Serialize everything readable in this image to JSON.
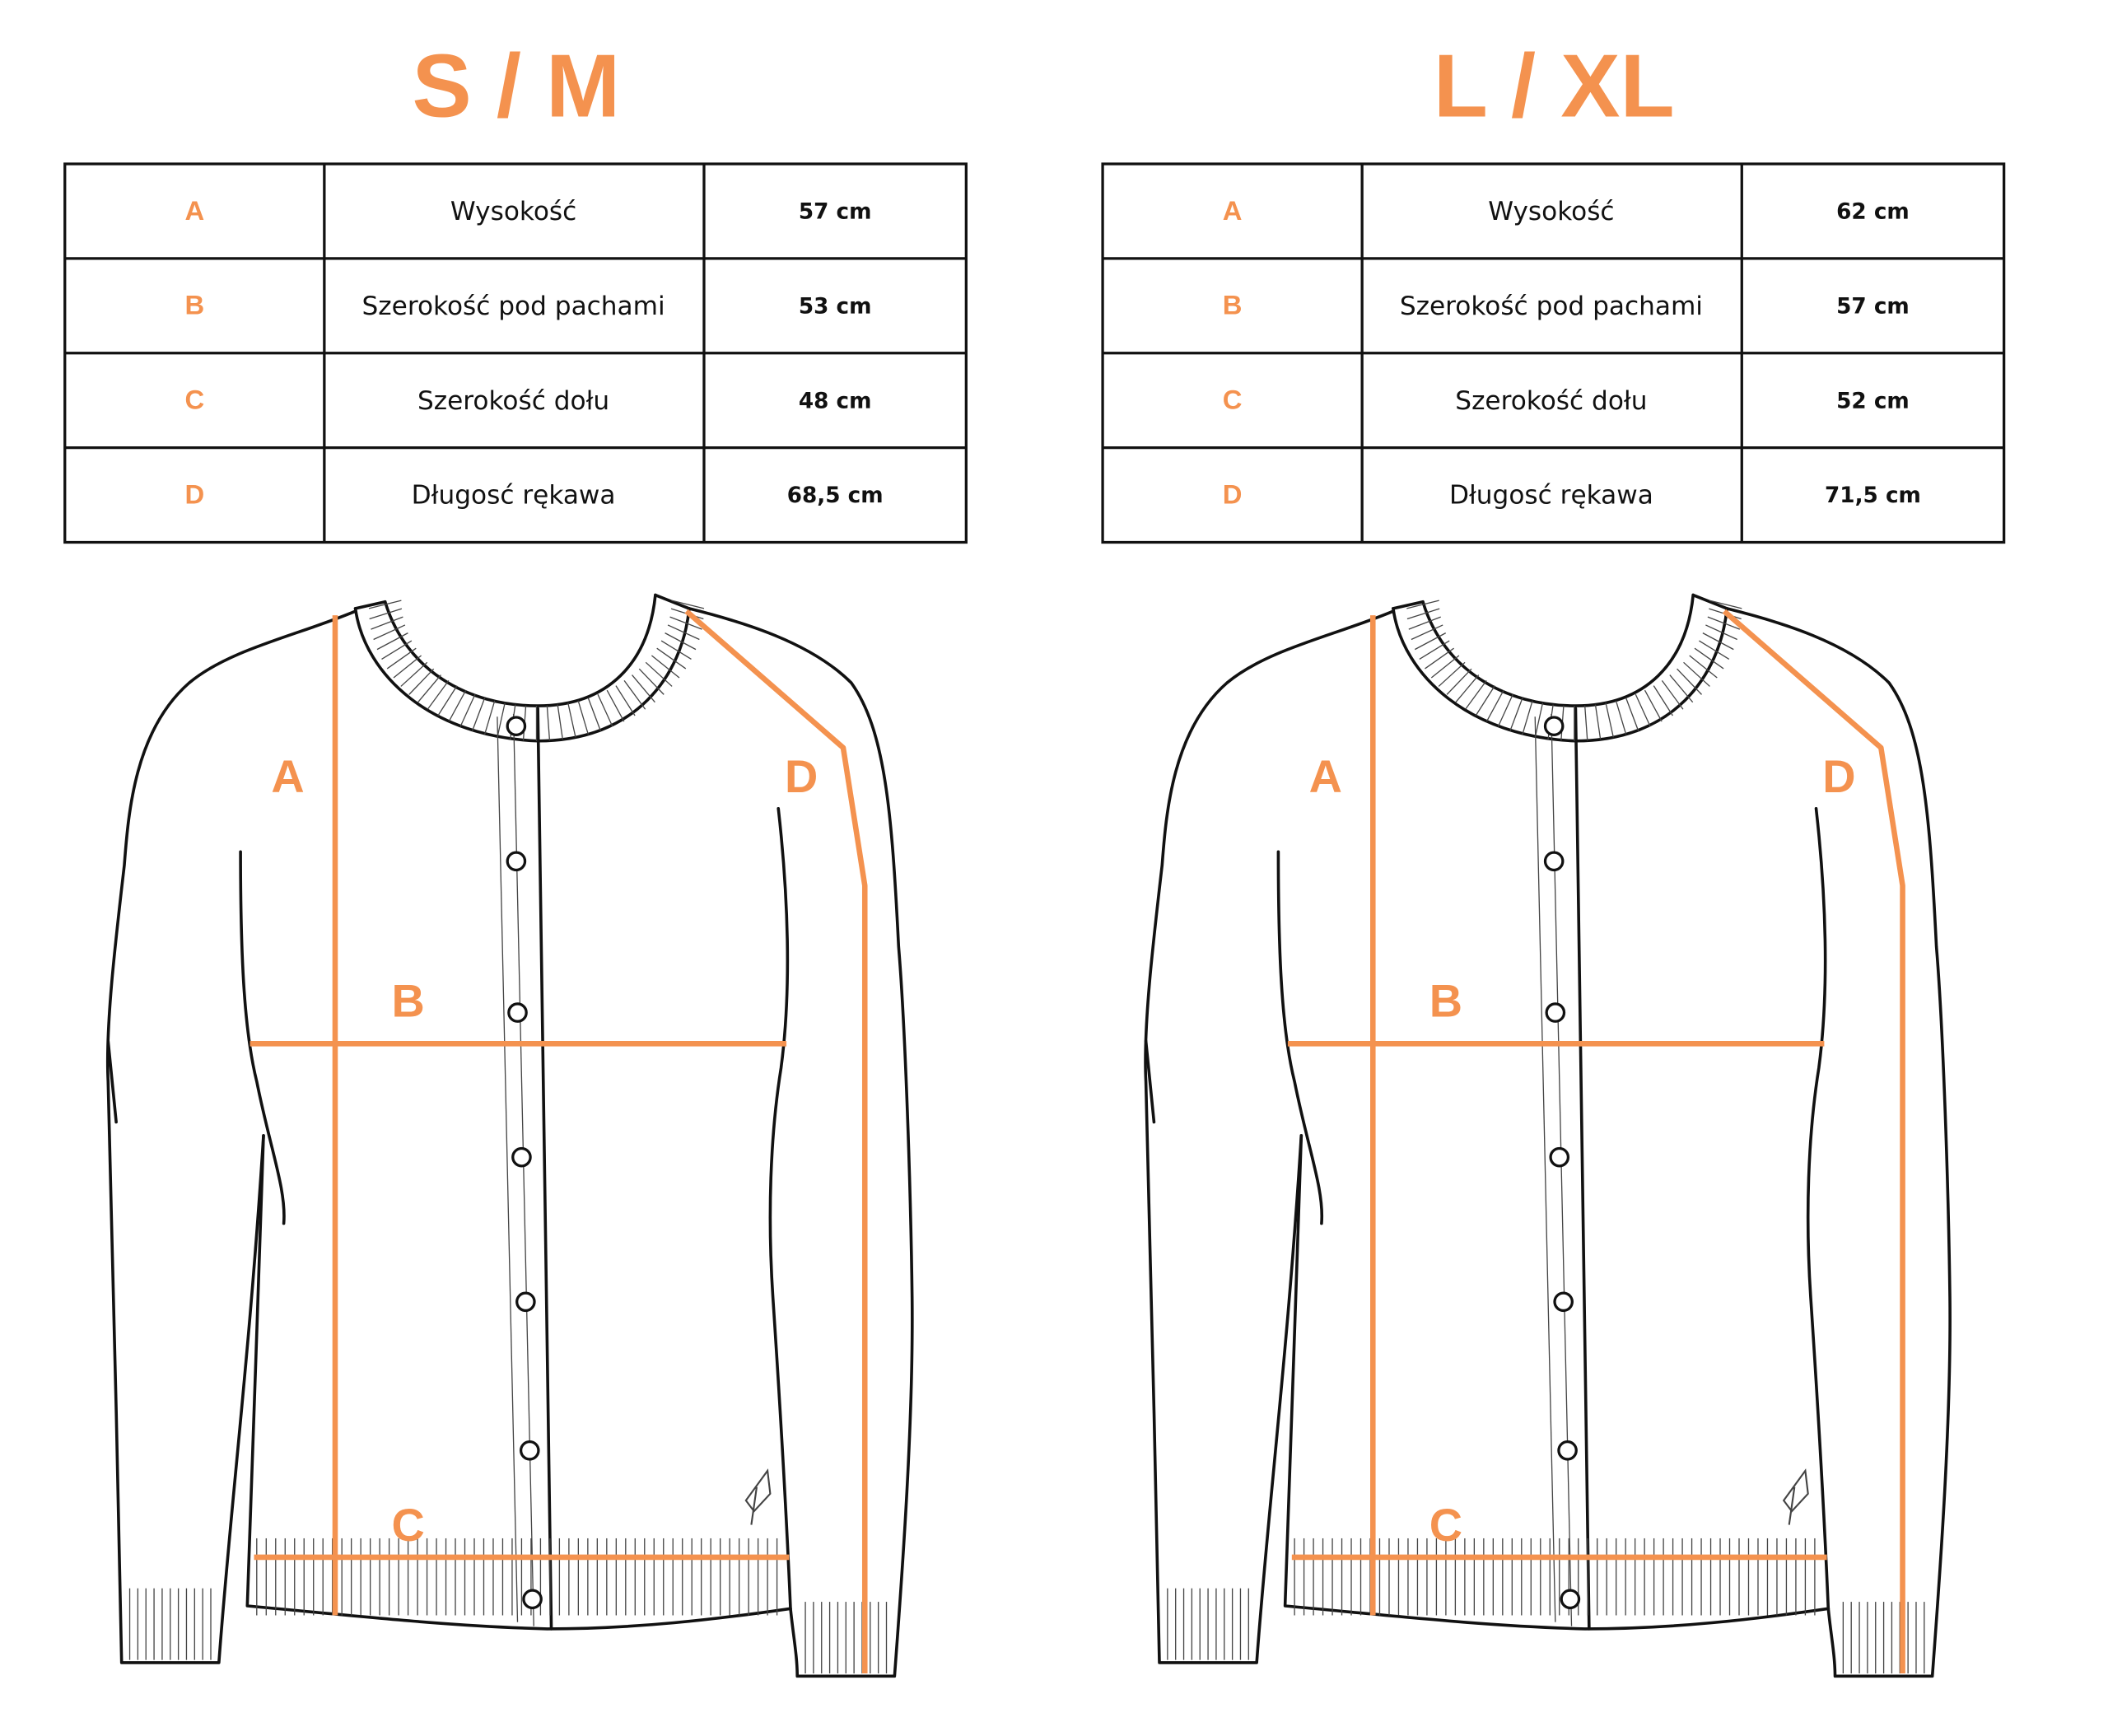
{
  "colors": {
    "accent": "#F4924F",
    "ink": "#111111"
  },
  "sizes": [
    {
      "title": "S / M",
      "rows": [
        {
          "key": "A",
          "label": "Wysokość",
          "value": "57 cm"
        },
        {
          "key": "B",
          "label": "Szerokość pod pachami",
          "value": "53 cm"
        },
        {
          "key": "C",
          "label": "Szerokość dołu",
          "value": "48 cm"
        },
        {
          "key": "D",
          "label": "Długosć rękawa",
          "value": "68,5 cm"
        }
      ],
      "diagram_labels": {
        "a": "A",
        "b": "B",
        "c": "C",
        "d": "D"
      }
    },
    {
      "title": "L / XL",
      "rows": [
        {
          "key": "A",
          "label": "Wysokość",
          "value": "62 cm"
        },
        {
          "key": "B",
          "label": "Szerokość pod pachami",
          "value": "57 cm"
        },
        {
          "key": "C",
          "label": "Szerokość dołu",
          "value": "52 cm"
        },
        {
          "key": "D",
          "label": "Długosć rękawa",
          "value": "71,5 cm"
        }
      ],
      "diagram_labels": {
        "a": "A",
        "b": "B",
        "c": "C",
        "d": "D"
      }
    }
  ]
}
